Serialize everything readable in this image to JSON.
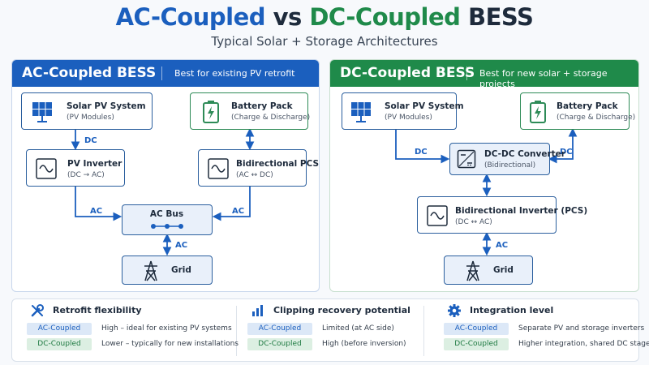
{
  "header": {
    "title_ac": "AC-Coupled",
    "title_vs": " vs ",
    "title_dc": "DC-Coupled",
    "title_bess": " BESS",
    "subtitle": "Typical Solar + Storage Architectures"
  },
  "ac_panel": {
    "title": "AC-Coupled BESS",
    "tagline": "Best for existing PV retrofit",
    "solar": {
      "title": "Solar PV System",
      "sub": "(PV Modules)",
      "icon": "solar-panel-icon"
    },
    "battery": {
      "title": "Battery Pack",
      "sub": "(Charge & Discharge)",
      "icon": "battery-icon"
    },
    "inverter": {
      "title": "PV Inverter",
      "sub": "(DC → AC)",
      "icon": "sine-wave-icon"
    },
    "pcs": {
      "title": "Bidirectional PCS",
      "sub": "(AC ↔ DC)",
      "icon": "sine-wave-icon"
    },
    "acbus": {
      "title": "AC Bus"
    },
    "grid": {
      "title": "Grid",
      "icon": "transmission-tower-icon"
    },
    "labels": {
      "solar_inv": "DC",
      "inv_bus": "AC",
      "pcs_bus": "AC",
      "bus_grid": "AC"
    }
  },
  "dc_panel": {
    "title": "DC-Coupled BESS",
    "tagline": "Best for new solar + storage projects",
    "solar": {
      "title": "Solar PV System",
      "sub": "(PV Modules)",
      "icon": "solar-panel-icon"
    },
    "battery": {
      "title": "Battery Pack",
      "sub": "(Charge & Discharge)",
      "icon": "battery-icon"
    },
    "converter": {
      "title": "DC-DC Converter",
      "sub": "(Bidirectional)",
      "icon": "dc-dc-converter-icon"
    },
    "inverter": {
      "title": "Bidirectional Inverter (PCS)",
      "sub": "(DC ↔ AC)",
      "icon": "sine-wave-icon"
    },
    "grid": {
      "title": "Grid",
      "icon": "transmission-tower-icon"
    },
    "labels": {
      "solar_conv": "DC",
      "batt_conv": "DC",
      "inv_grid": "AC"
    }
  },
  "comparison": [
    {
      "heading": "Retrofit flexibility",
      "icon": "wrench-screwdriver-icon",
      "ac_tag": "AC-Coupled",
      "ac_text": "High – ideal for existing PV systems",
      "dc_tag": "DC-Coupled",
      "dc_text": "Lower – typically for new installations"
    },
    {
      "heading": "Clipping recovery potential",
      "icon": "bar-chart-icon",
      "ac_tag": "AC-Coupled",
      "ac_text": "Limited (at AC side)",
      "dc_tag": "DC-Coupled",
      "dc_text": "High (before inversion)"
    },
    {
      "heading": "Integration level",
      "icon": "gear-icon",
      "ac_tag": "AC-Coupled",
      "ac_text": "Separate PV and storage inverters",
      "dc_tag": "DC-Coupled",
      "dc_text": "Higher integration, shared DC stage"
    }
  ],
  "colors": {
    "ac_blue": "#1b5fbe",
    "dc_green": "#1f8a4a",
    "text_dark": "#1e2b3c"
  }
}
